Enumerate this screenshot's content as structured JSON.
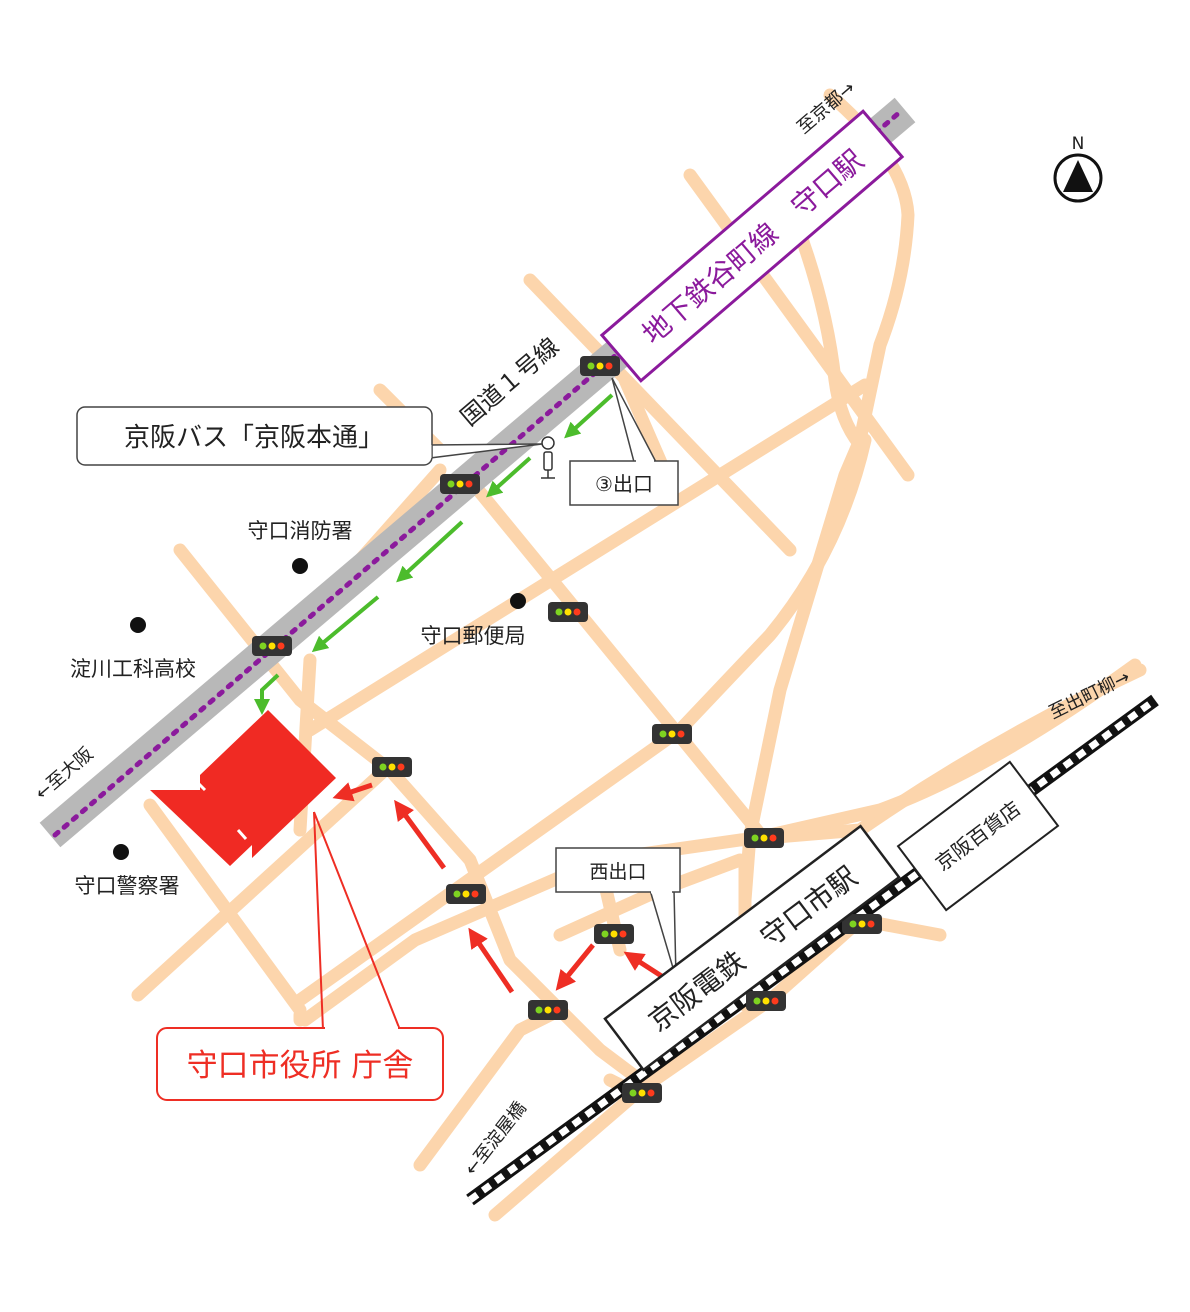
{
  "compass": {
    "letter": "N",
    "icon": "north-arrow-icon"
  },
  "subway": {
    "station": "地下鉄谷町線　守口駅",
    "to_kyoto": "至京都→",
    "to_osaka": "←至大阪",
    "line_color": "#8b1a9c"
  },
  "national_road": "国道１号線",
  "bus_stop": "京阪バス「京阪本通」",
  "exit3": "③出口",
  "fire_station": "守口消防署",
  "school": "淀川工科高校",
  "post_office": "守口郵便局",
  "police": "守口警察署",
  "city_hall": "守口市役所 庁舎",
  "keihan": {
    "station": "京阪電鉄　守口市駅",
    "west_exit": "西出口",
    "department_store": "京阪百貨店",
    "to_demachiyanagi": "至出町柳→",
    "to_yodoyabashi": "←至淀屋橋"
  },
  "colors": {
    "road": "#fcd5ac",
    "city_hall": "#f02a23",
    "green_arrow": "#4cbc2c",
    "red_arrow": "#ee2e24",
    "subway": "#8b1a9c"
  }
}
